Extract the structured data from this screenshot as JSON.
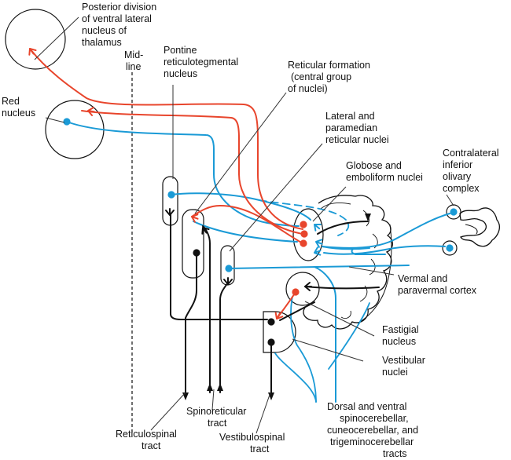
{
  "colors": {
    "red": "#e8452c",
    "blue": "#1a9ad6",
    "black": "#111111",
    "leader": "#333333"
  },
  "labels": {
    "thalamus": [
      "Posterior division",
      "of ventral lateral",
      "nucleus of",
      "thalamus"
    ],
    "midline": [
      "Mid-",
      "line"
    ],
    "pontine": [
      "Pontine",
      "reticulotegmental",
      "nucleus"
    ],
    "reticular_formation": [
      "Reticular formation",
      "(central group",
      "of nuclei)"
    ],
    "red_nucleus": [
      "Red",
      "nucleus"
    ],
    "lateral_paramedian": [
      "Lateral and",
      "paramedian",
      "reticular nuclei"
    ],
    "globose": [
      "Globose and",
      "emboliform nuclei"
    ],
    "olivary": [
      "Contralateral",
      "inferior",
      "olivary",
      "complex"
    ],
    "vermal": [
      "Vermal and",
      "paravermal cortex"
    ],
    "fastigial": [
      "Fastigial",
      "nucleus"
    ],
    "vestibular": [
      "Vestibular",
      "nuclei"
    ],
    "dorsal_ventral": [
      "Dorsal and ventral",
      "spinocerebellar,",
      "cuneocerebellar, and",
      "trigeminocerebellar",
      "tracts"
    ],
    "spinoreticular": [
      "Spinoreticular",
      "tract"
    ],
    "reticulospinal": [
      "Reticulospinal",
      "tract"
    ],
    "vestibulospinal": [
      "Vestibulospinal",
      "tract"
    ]
  }
}
